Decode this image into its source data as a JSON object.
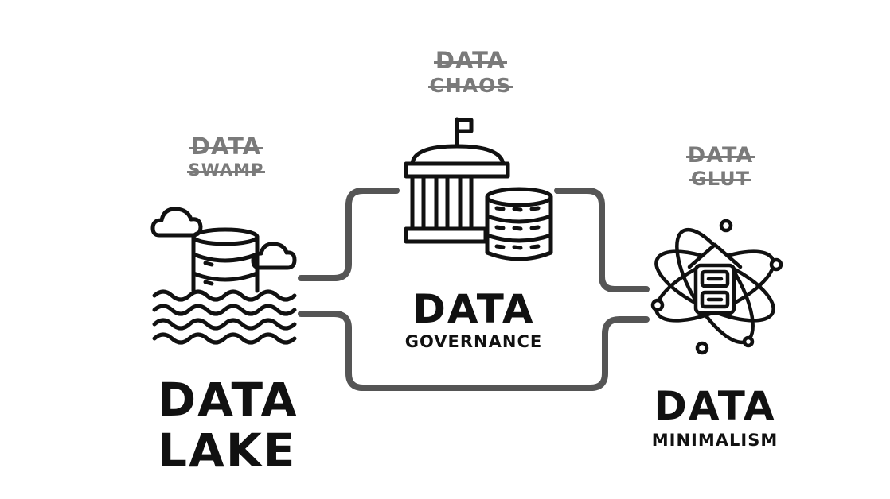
{
  "stroke_color": "#555555",
  "icon_color": "#111111",
  "strike_color": "#7a7a7a",
  "lake": {
    "line1": "DATA",
    "line2": "LAKE",
    "crossed_line1": "DATA",
    "crossed_line2": "SWAMP",
    "icon": "database-in-water-icon"
  },
  "governance": {
    "line1": "DATA",
    "line2": "GOVERNANCE",
    "crossed_line1": "DATA",
    "crossed_line2": "CHAOS",
    "icon": "government-building-database-icon"
  },
  "minimalism": {
    "line1": "DATA",
    "line2": "MINIMALISM",
    "crossed_line1": "DATA",
    "crossed_line2": "GLUT",
    "icon": "atom-server-icon"
  }
}
